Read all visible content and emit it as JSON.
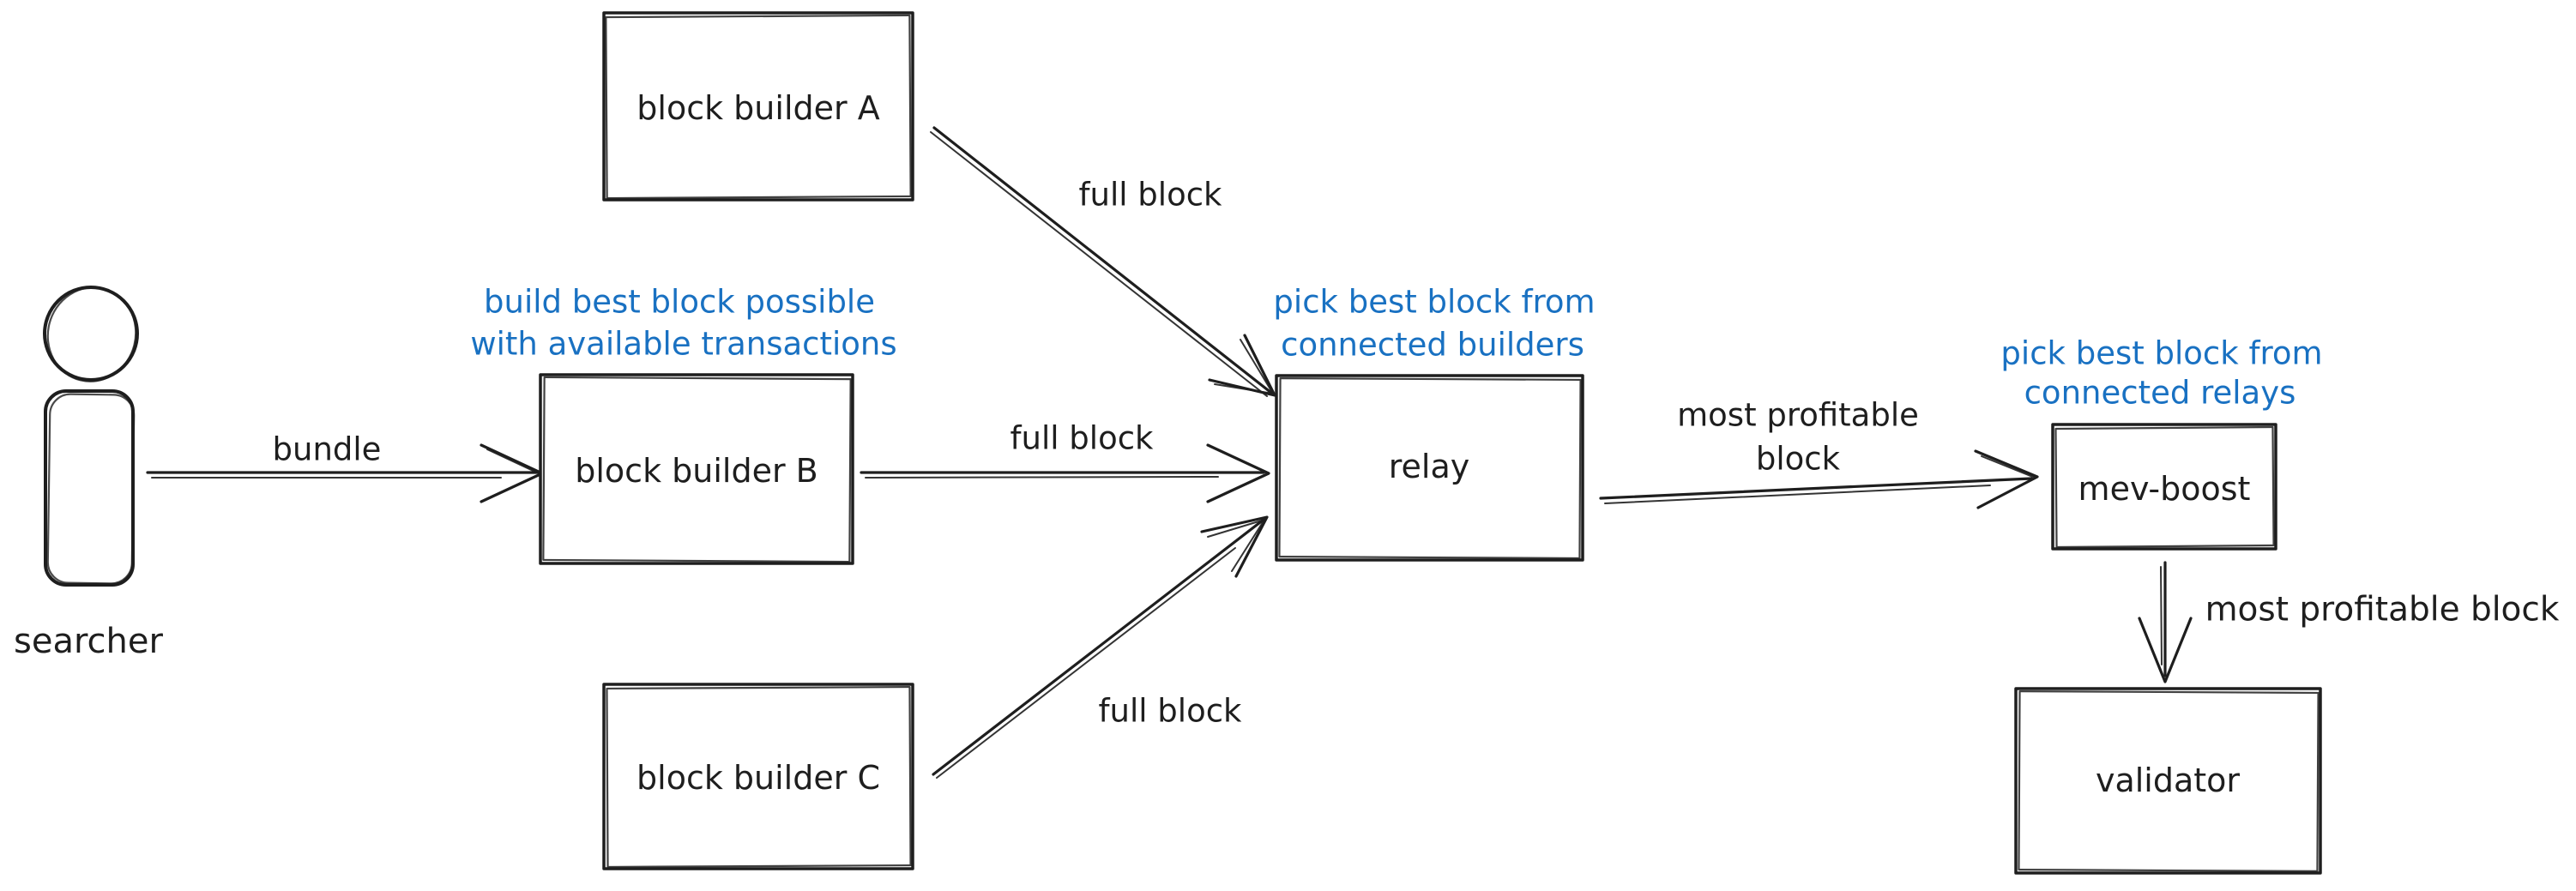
{
  "colors": {
    "ink": "#1e1e1e",
    "accent": "#1971c2",
    "background": "#ffffff"
  },
  "nodes": {
    "searcher": {
      "label": "searcher"
    },
    "builder_a": {
      "label": "block builder A"
    },
    "builder_b": {
      "label": "block builder B"
    },
    "builder_c": {
      "label": "block builder C"
    },
    "relay": {
      "label": "relay"
    },
    "mev_boost": {
      "label": "mev-boost"
    },
    "validator": {
      "label": "validator"
    }
  },
  "notes": {
    "builders": {
      "line1": "build best block possible",
      "line2": "with available transactions"
    },
    "relay": {
      "line1": "pick best block from",
      "line2": "connected builders"
    },
    "mev_boost": {
      "line1": "pick best block from",
      "line2": "connected relays"
    }
  },
  "edges": {
    "bundle": {
      "label": "bundle"
    },
    "full_block_a": {
      "label": "full block"
    },
    "full_block_b": {
      "label": "full block"
    },
    "full_block_c": {
      "label": "full block"
    },
    "relay_to_mev_boost": {
      "line1": "most profitable",
      "line2": "block"
    },
    "mev_boost_to_validator": {
      "label": "most profitable block"
    }
  }
}
